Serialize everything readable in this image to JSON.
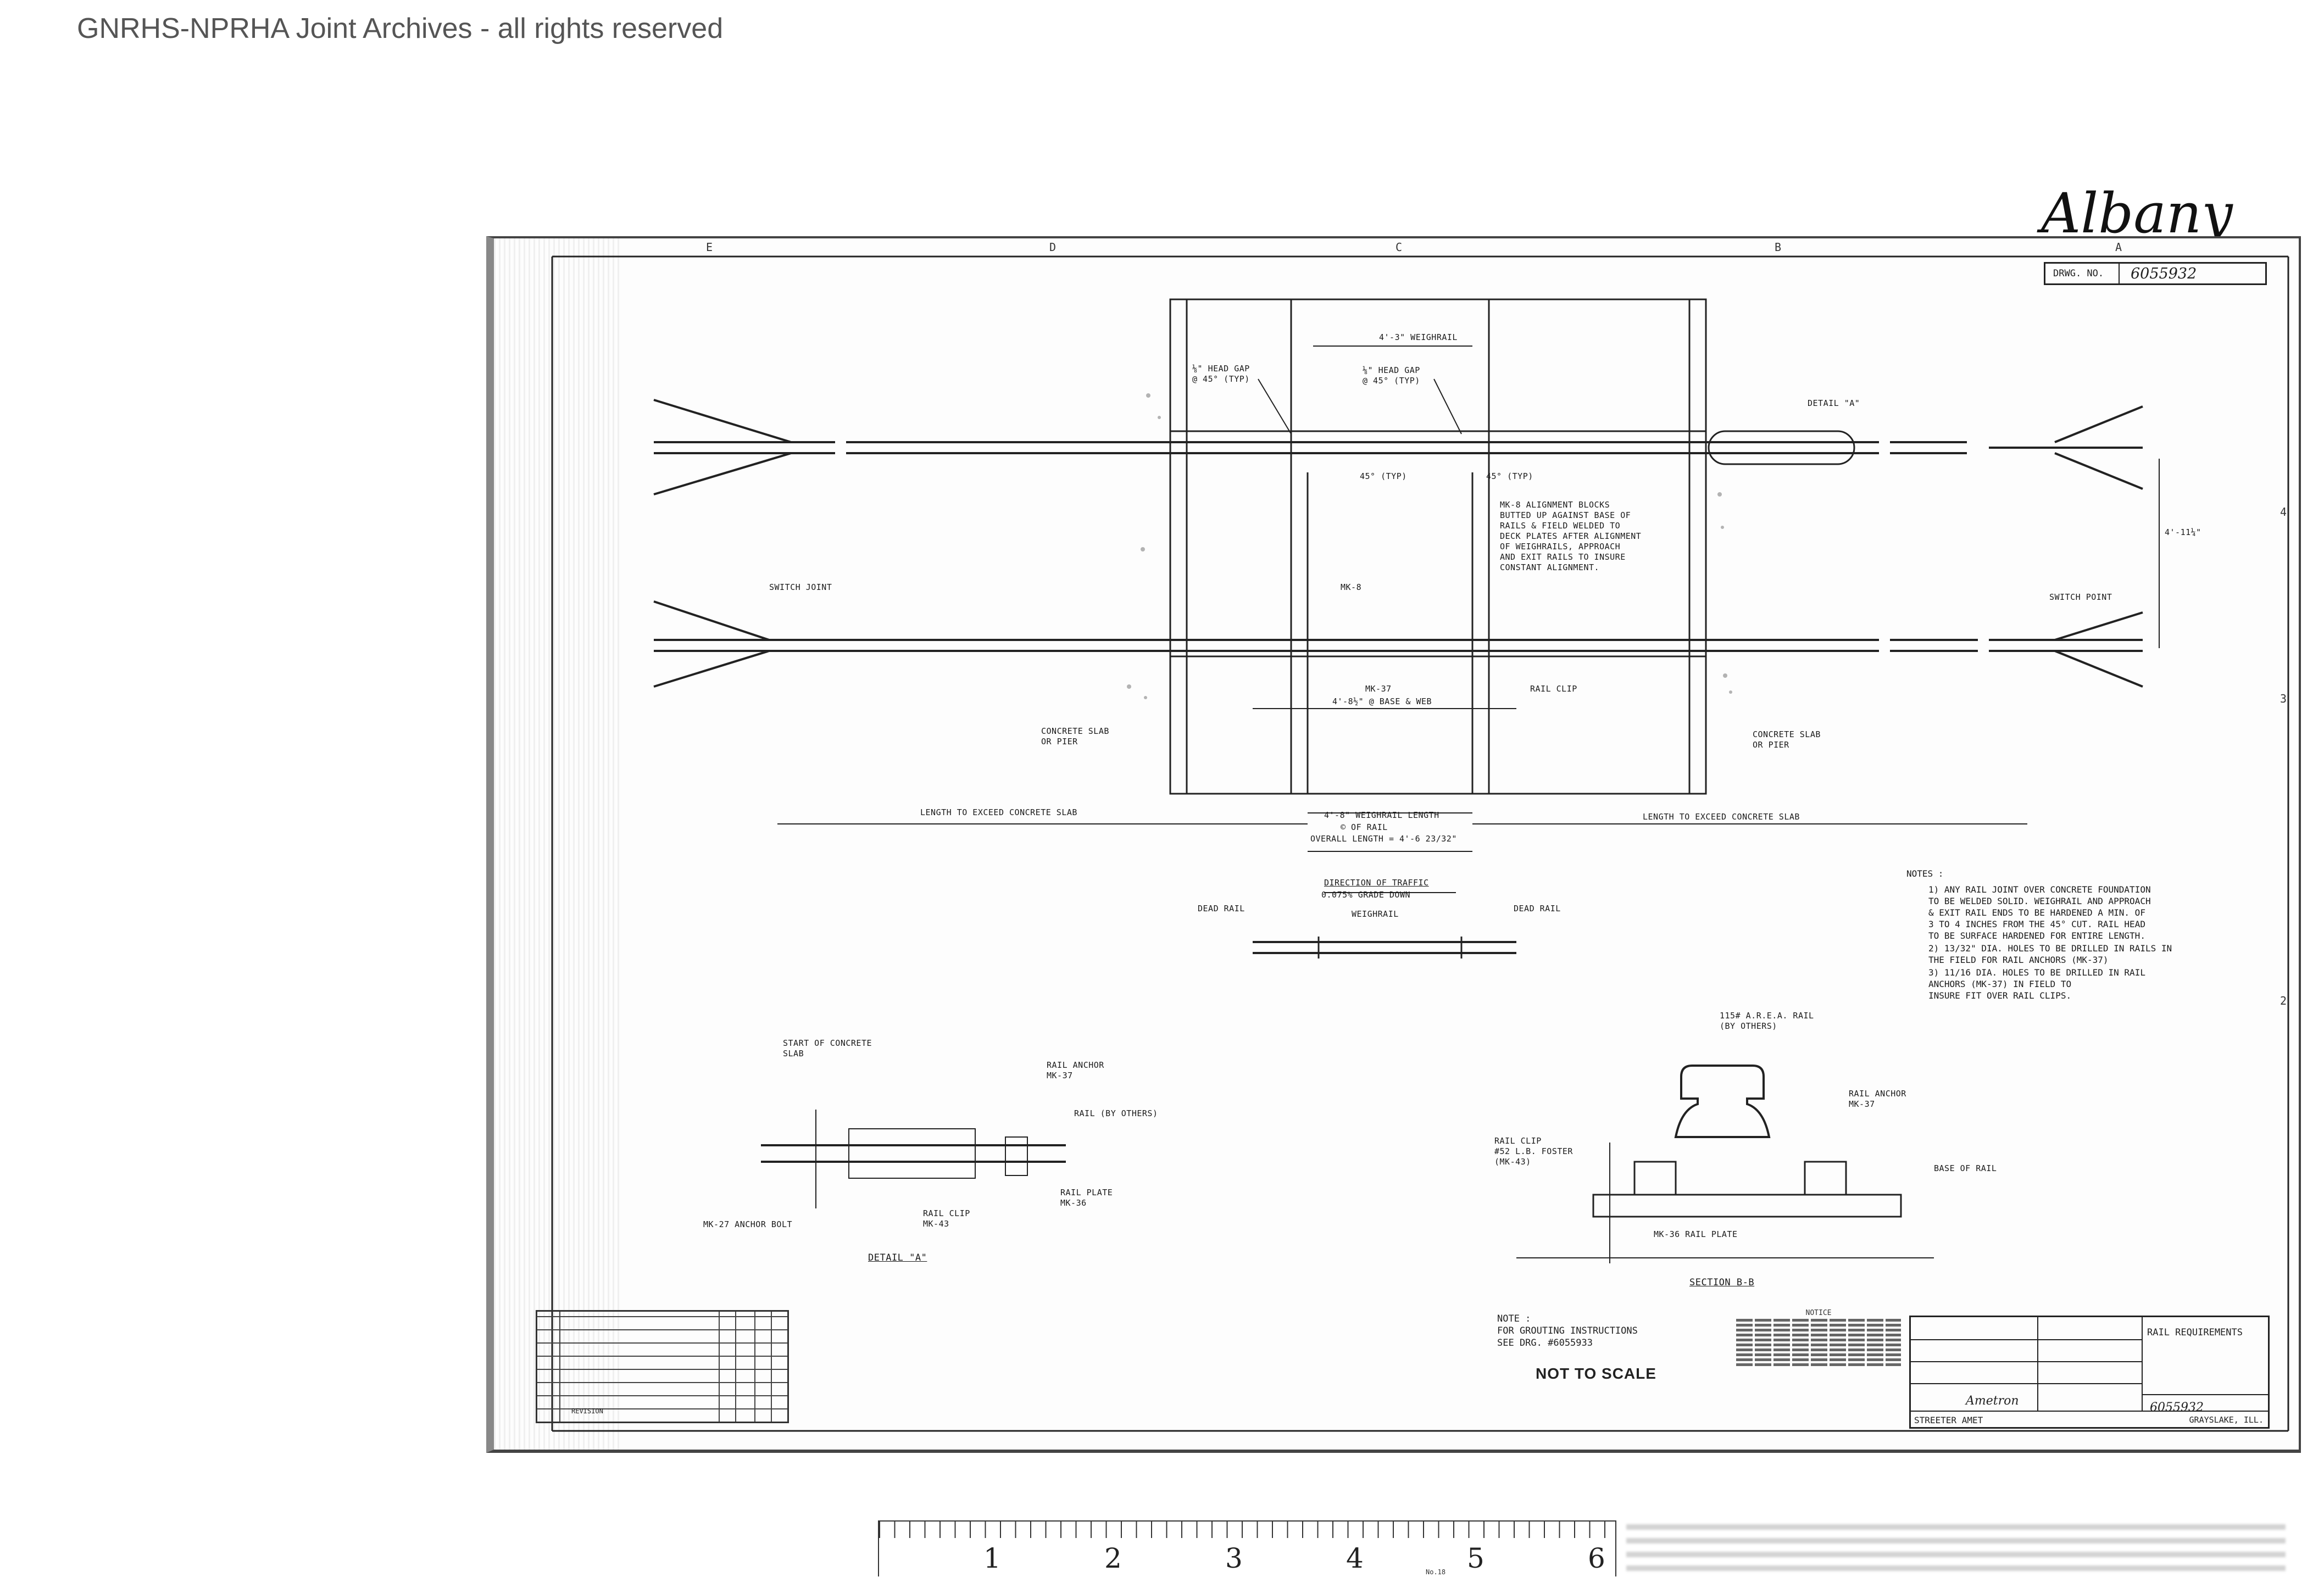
{
  "watermark": "GNRHS-NPRHA Joint Archives - all rights reserved",
  "handwritten_title": "Albany Scale",
  "drawing_number_label": "DRWG. NO.",
  "drawing_number": "6055932",
  "zone_letters": [
    "E",
    "D",
    "C",
    "B",
    "A"
  ],
  "zone_numbers": [
    "4",
    "3",
    "2"
  ],
  "labels": {
    "weighrail_top": "4'-3\" WEIGHRAIL",
    "head_gap_left": "⅛\" HEAD GAP\n@ 45° (TYP)",
    "head_gap_right": "⅛\" HEAD GAP\n@ 45° (TYP)",
    "detail_a": "DETAIL \"A\"",
    "deg45_left": "45° (TYP)",
    "deg45_right": "45° (TYP)",
    "mk8_note": "MK-8 ALIGNMENT BLOCKS\nBUTTED UP AGAINST BASE OF\nRAILS & FIELD WELDED TO\nDECK PLATES AFTER ALIGNMENT\nOF WEIGHRAILS, APPROACH\nAND EXIT RAILS TO INSURE\nCONSTANT ALIGNMENT.",
    "switch_joint": "SWITCH JOINT",
    "switch_point": "SWITCH POINT",
    "gauge_dim": "4'-11¼\"",
    "mk8": "MK-8",
    "mk37": "MK-37",
    "base_dim": "4'-8½\" @ BASE & WEB",
    "rail_clip": "RAIL CLIP",
    "concrete_left": "CONCRETE SLAB\nOR PIER",
    "concrete_right": "CONCRETE SLAB\nOR PIER",
    "length_left": "LENGTH TO EXCEED CONCRETE SLAB",
    "weighrail_length": "4'-8\" WEIGHRAIL LENGTH",
    "rail_center": "© OF RAIL",
    "length_right": "LENGTH TO EXCEED CONCRETE SLAB",
    "overall_length": "OVERALL LENGTH = 4'-6 23/32\"",
    "direction_traffic": "DIRECTION OF TRAFFIC",
    "grade_down": "0.075% GRADE DOWN",
    "dead_rail_left": "DEAD RAIL",
    "weighrail_small": "WEIGHRAIL",
    "dead_rail_right": "DEAD RAIL",
    "start_concrete": "START OF CONCRETE\nSLAB",
    "rail_anchor_left": "RAIL ANCHOR\nMK-37",
    "rail_by_others": "RAIL (BY OTHERS)",
    "rail_plate": "RAIL PLATE\nMK-36",
    "rail_clip_mk43": "RAIL CLIP\nMK-43",
    "mk27_bolt": "MK-27 ANCHOR BOLT",
    "detail_a_title": "DETAIL \"A\"",
    "arca_rail": "115# A.R.E.A. RAIL\n(BY OTHERS)",
    "rail_anchor_right": "RAIL ANCHOR\nMK-37",
    "rail_clip_right": "RAIL CLIP\n#52 L.B. FOSTER\n(MK-43)",
    "base_of_rail": "BASE OF RAIL",
    "mk36_plate": "MK-36 RAIL PLATE",
    "section_bb": "SECTION B-B"
  },
  "notes": {
    "title": "NOTES :",
    "items": [
      "1) ANY RAIL JOINT OVER CONCRETE FOUNDATION\nTO BE WELDED SOLID. WEIGHRAIL AND APPROACH\n& EXIT RAIL ENDS TO BE HARDENED A MIN. OF\n3 TO 4 INCHES FROM THE 45° CUT. RAIL HEAD\nTO BE SURFACE HARDENED FOR ENTIRE LENGTH.",
      "2) 13/32\" DIA. HOLES TO BE DRILLED IN RAILS IN\nTHE FIELD FOR RAIL ANCHORS (MK-37)",
      "3) 11/16 DIA. HOLES TO BE DRILLED IN RAIL\nANCHORS (MK-37) IN FIELD TO\nINSURE FIT OVER RAIL CLIPS."
    ]
  },
  "grout_note": "NOTE :\nFOR GROUTING INSTRUCTIONS\nSEE DRG. #6055933",
  "not_to_scale": "NOT TO SCALE",
  "notice_title": "NOTICE",
  "revision_label": "REVISION",
  "title_block": {
    "title": "RAIL REQUIREMENTS",
    "number": "6055932",
    "company": "STREETER AMET",
    "city": "GRAYSLAKE, ILL.",
    "logo": "Ametron"
  },
  "ruler_numbers": [
    "1",
    "2",
    "3",
    "4",
    "5",
    "6"
  ],
  "ruler_footer": "No.18"
}
